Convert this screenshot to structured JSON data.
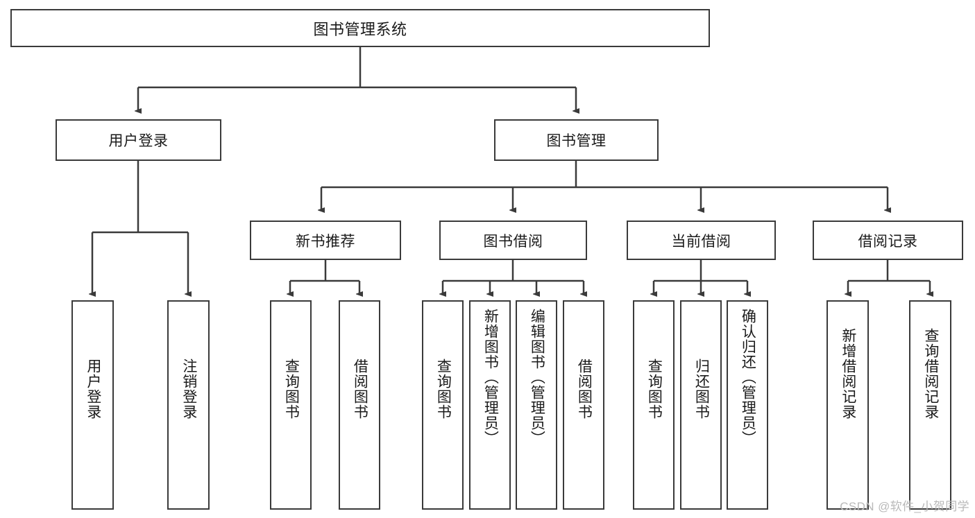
{
  "diagram": {
    "title": "图书管理系统",
    "watermark": "CSDN @软件_小贺同学",
    "level2": {
      "user_login": "用户登录",
      "book_manage": "图书管理"
    },
    "level3": {
      "new_book_recommend": "新书推荐",
      "book_borrow": "图书借阅",
      "current_borrow": "当前借阅",
      "borrow_record": "借阅记录"
    },
    "leaves": {
      "user_login_1": "用户登录",
      "user_login_2": "注销登录",
      "recommend_1": "查询图书",
      "recommend_2": "借阅图书",
      "borrow_1": "查询图书",
      "borrow_2": "新增图书（管理员）",
      "borrow_3": "编辑图书（管理员）",
      "borrow_4": "借阅图书",
      "current_1": "查询图书",
      "current_2": "归还图书",
      "current_3": "确认归还（管理员）",
      "record_1": "新增借阅记录",
      "record_2": "查询借阅记录"
    }
  },
  "colors": {
    "stroke": "#3a3a3a",
    "text": "#1a1a1a",
    "background": "#ffffff",
    "watermark": "#b9b9b9"
  }
}
